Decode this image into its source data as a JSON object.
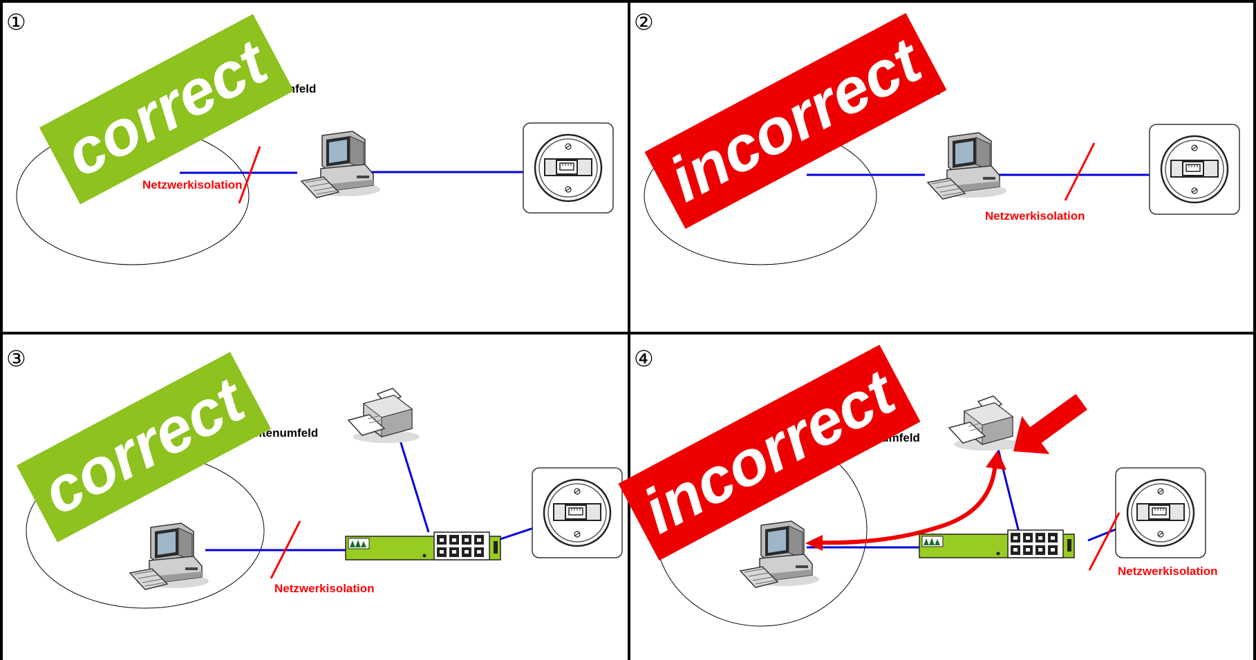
{
  "panels": [
    {
      "number": "①",
      "verdict": "correct",
      "patient_label": "mfeld",
      "isolation_label": "Netzwerkisolation"
    },
    {
      "number": "②",
      "verdict": "incorrect",
      "patient_label": "nfeld",
      "isolation_label": "Netzwerkisolation"
    },
    {
      "number": "③",
      "verdict": "correct",
      "patient_label": "Patientenumfeld",
      "isolation_label": "Netzwerkisolation"
    },
    {
      "number": "④",
      "verdict": "incorrect",
      "patient_label": "itenumfeld",
      "isolation_label": "Netzwerkisolation"
    }
  ],
  "colors": {
    "correct": "#8dc21f",
    "incorrect": "#ee0000",
    "network_line": "#0000dd",
    "isolation": "#ff0000",
    "switch_body": "#99cc22",
    "arrow": "#ee0000"
  },
  "icons": [
    "computer-icon",
    "network-socket-icon",
    "printer-icon",
    "network-switch-icon",
    "isolation-slash-icon"
  ]
}
